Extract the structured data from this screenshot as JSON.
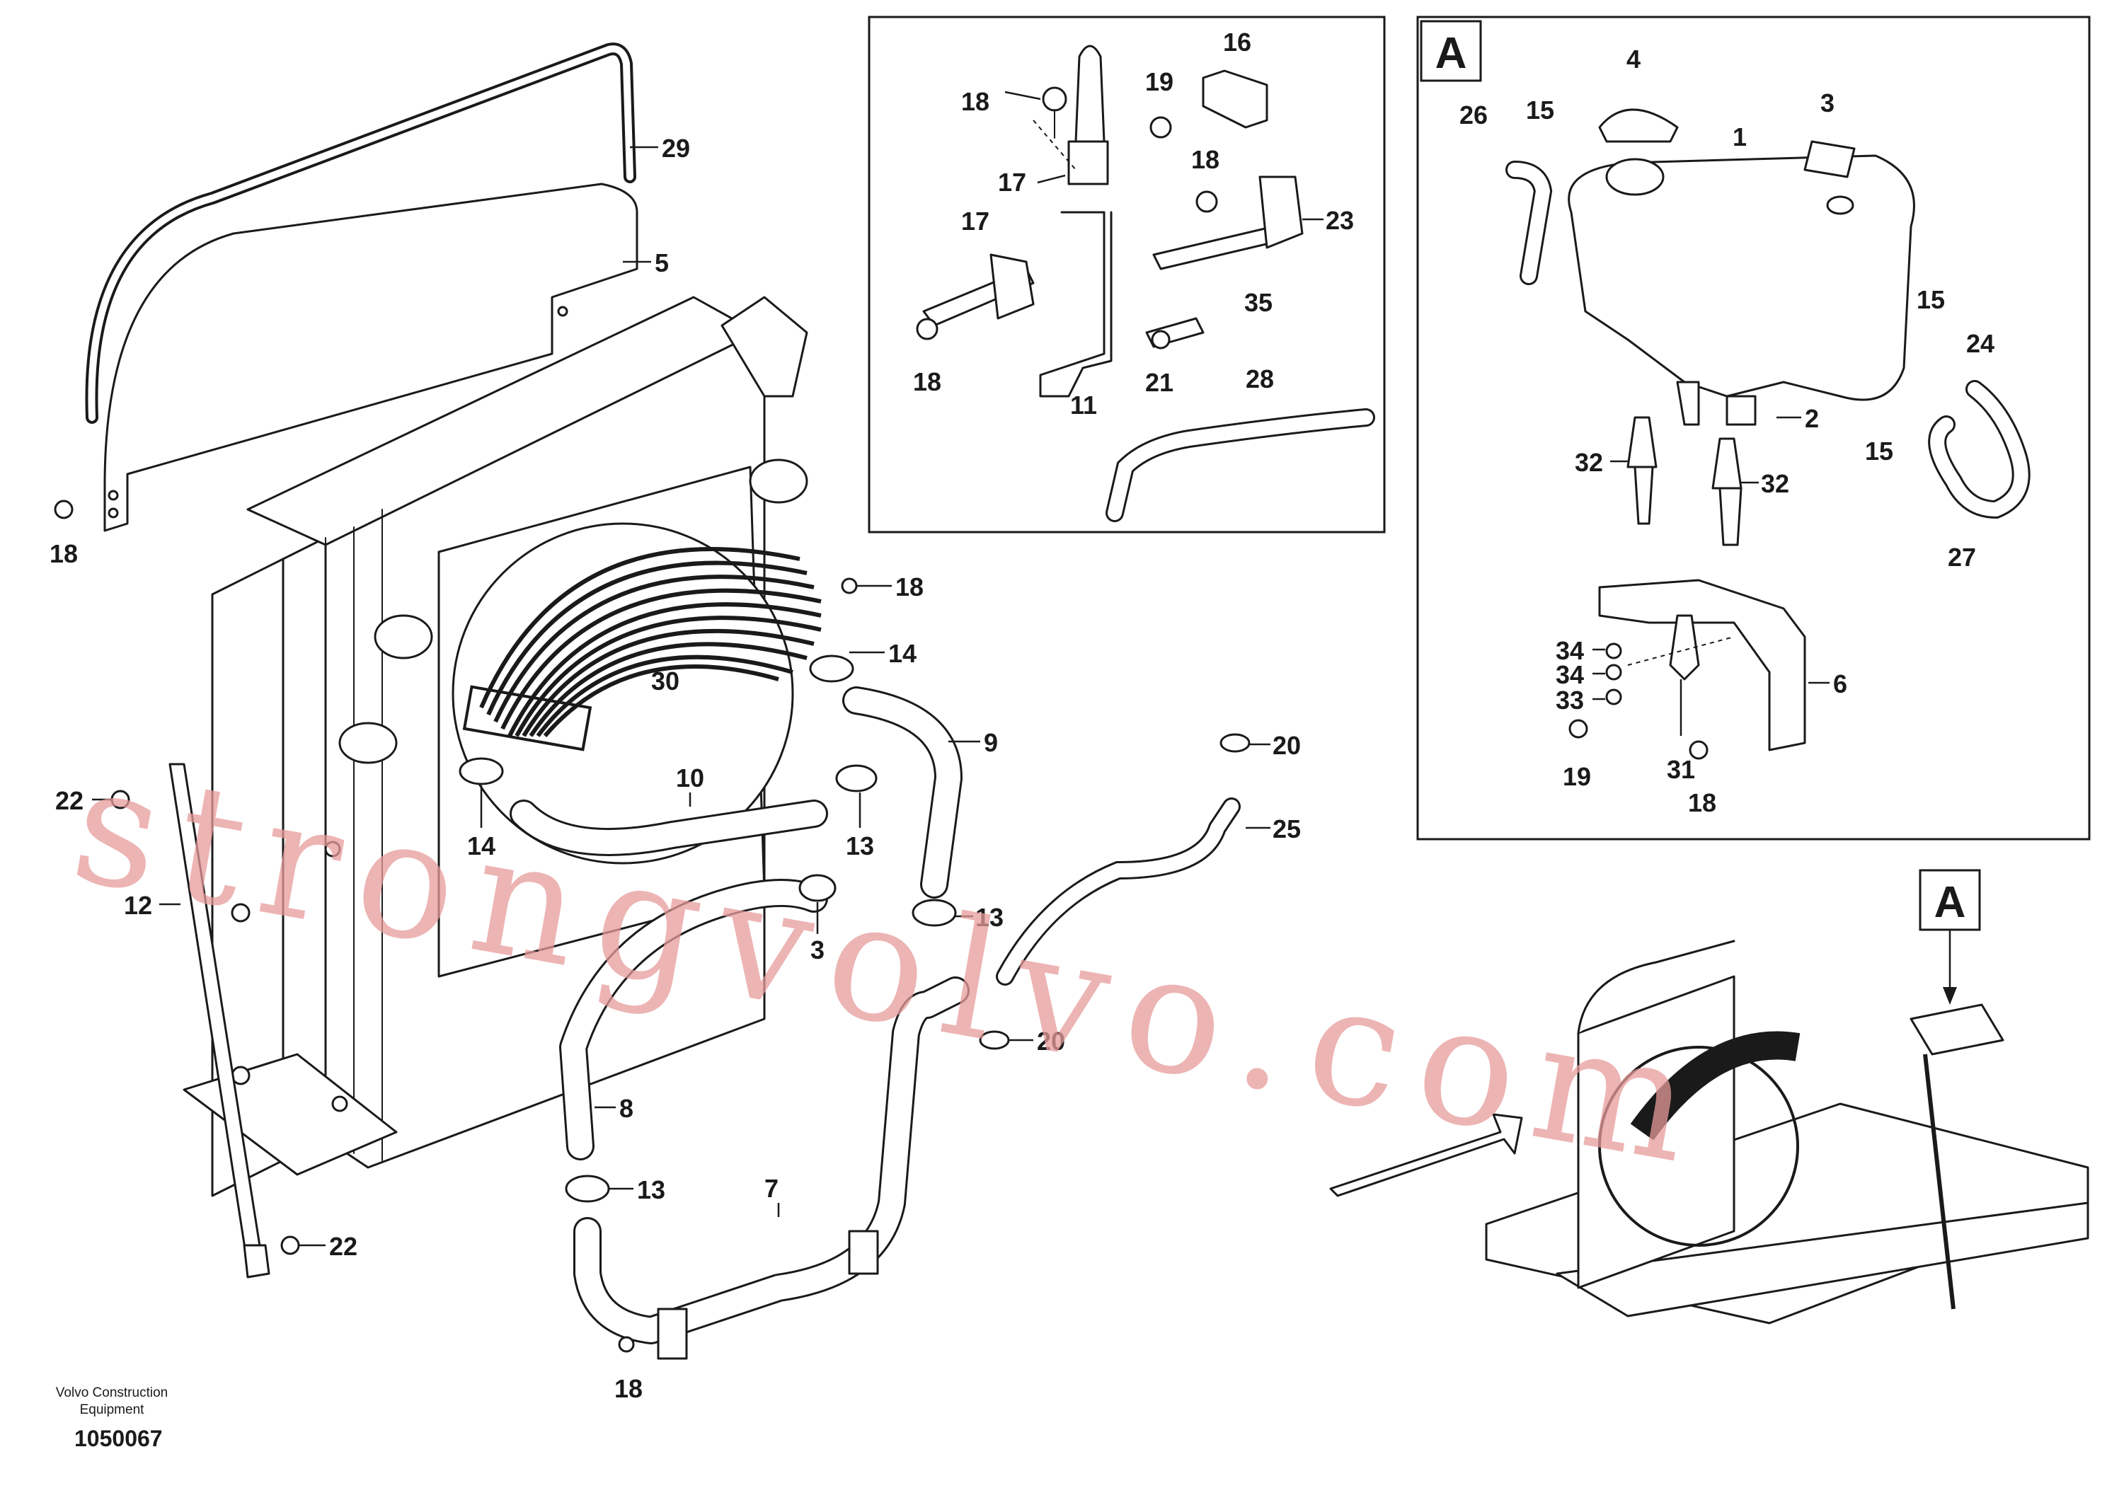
{
  "footer": {
    "company_line1": "Volvo Construction",
    "company_line2": "Equipment",
    "drawing_number": "1050067"
  },
  "watermark": "strongvolvo.com",
  "view_label": "A",
  "callouts": {
    "main": [
      "29",
      "5",
      "18",
      "18",
      "30",
      "14",
      "9",
      "10",
      "14",
      "13",
      "3",
      "13",
      "20",
      "25",
      "22",
      "12",
      "8",
      "13",
      "7",
      "20",
      "22",
      "18"
    ],
    "inset_hardware": [
      "16",
      "18",
      "19",
      "17",
      "18",
      "23",
      "17",
      "35",
      "18",
      "11",
      "21",
      "28"
    ],
    "view_a": [
      "4",
      "26",
      "15",
      "1",
      "3",
      "15",
      "24",
      "2",
      "15",
      "32",
      "32",
      "27",
      "34",
      "34",
      "33",
      "6",
      "19",
      "31",
      "18"
    ]
  }
}
